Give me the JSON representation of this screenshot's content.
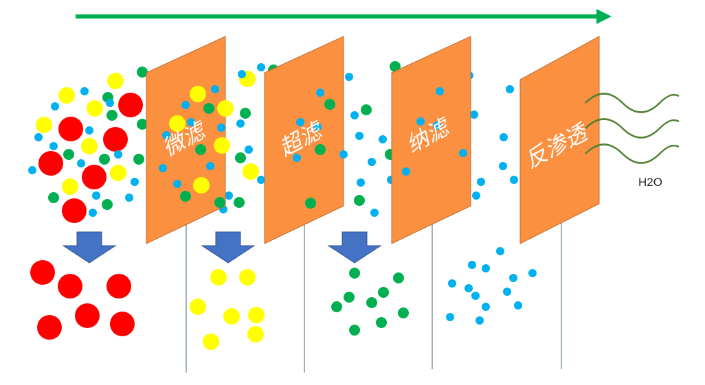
{
  "colors": {
    "arrow_green": "#00b050",
    "panel_orange": "#fb9040",
    "panel_border": "#c06a2a",
    "drop_arrow": "#4472c4",
    "red": "#ff0000",
    "yellow": "#ffff00",
    "green": "#00b050",
    "blue": "#00b0f0",
    "wave": "#548235",
    "pipe": "#5f7f8f"
  },
  "panels": [
    {
      "label": "微滤"
    },
    {
      "label": "超滤"
    },
    {
      "label": "纳滤"
    },
    {
      "label": "反渗透"
    }
  ],
  "output": {
    "label": "H2O"
  },
  "icons": {
    "flow_arrow": "right-arrow-icon",
    "drop_arrow": "down-arrow-icon",
    "water_wave": "wave-icon"
  }
}
